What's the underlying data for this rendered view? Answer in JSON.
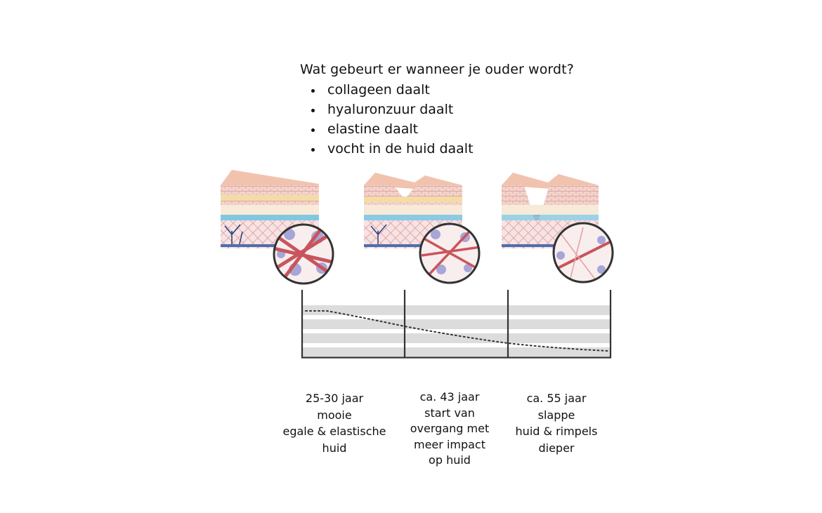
{
  "heading": "Wat gebeurt er wanneer je ouder wordt?",
  "bullets": [
    "collageen daalt",
    "hyaluronzuur daalt",
    "elastine daalt",
    "vocht in de huid daalt"
  ],
  "stages": [
    {
      "lines": [
        "25-30 jaar",
        "mooie",
        "egale & elastische",
        "huid"
      ]
    },
    {
      "lines": [
        "ca. 43 jaar",
        "start van",
        "overgang met",
        "meer impact",
        "op huid"
      ]
    },
    {
      "lines": [
        "ca. 55 jaar",
        "slappe",
        "huid & rimpels",
        "dieper"
      ]
    }
  ],
  "colors": {
    "skin_top": "#f1c3ae",
    "skin_side": "#e8a899",
    "fat_layer": "#f4dca6",
    "blue_cells": "#58b4d8",
    "fiber": "#c9555c",
    "bubble": "#a8a6d6",
    "band_gray": "#dcdcdc",
    "frame": "#333333"
  }
}
